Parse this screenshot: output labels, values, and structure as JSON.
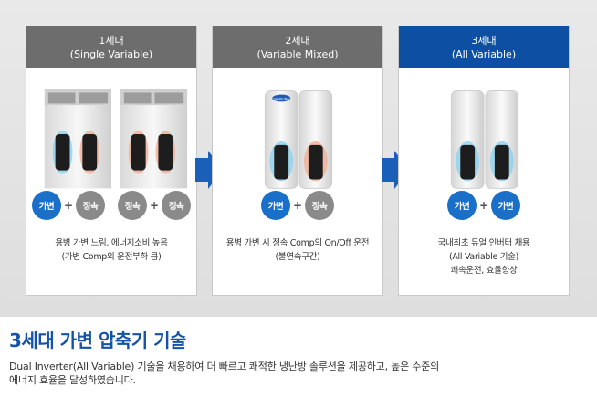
{
  "generations": [
    {
      "title": "1세대",
      "subtitle": "(Single Variable)",
      "badges": [
        "가변",
        "정속",
        "정속",
        "정속"
      ],
      "description_line1": "용병 가변 느림, 에너지소비 높음",
      "description_line2": "(가변 Comp의 운전부하 큼)"
    },
    {
      "title": "2세대",
      "subtitle": "(Variable Mixed)",
      "badges": [
        "가변",
        "정속"
      ],
      "description_line1": "용병 가변 시 정속 Comp의 On/Off 운전",
      "description_line2": "(불연속구간)"
    },
    {
      "title": "3세대",
      "subtitle": "(All Variable)",
      "badges": [
        "가변",
        "가변"
      ],
      "description_line1": "국내최초 듀얼 인버터 채용",
      "description_line2": "(All Variable 기술)",
      "description_line3": "쾌속운전, 효율향상"
    }
  ],
  "plus_sign": "+",
  "brand_logo_text": "SAMSUNG",
  "colors": {
    "header_gray": "#6d6d6d",
    "header_blue": "#0d4fa3",
    "badge_variable": "#1a6fc9",
    "badge_fixed": "#8a8a8a",
    "arrow_blue": "#1a5fb8",
    "title_blue": "#1553a6"
  },
  "section": {
    "title": "3세대 가변 압축기 기술",
    "body_line1": "Dual Inverter(All Variable) 기술을 채용하여 더 빠르고 쾌적한 냉난방 솔루션을 제공하고, 높은 수준의",
    "body_line2": "에너지 효율을 달성하였습니다."
  }
}
